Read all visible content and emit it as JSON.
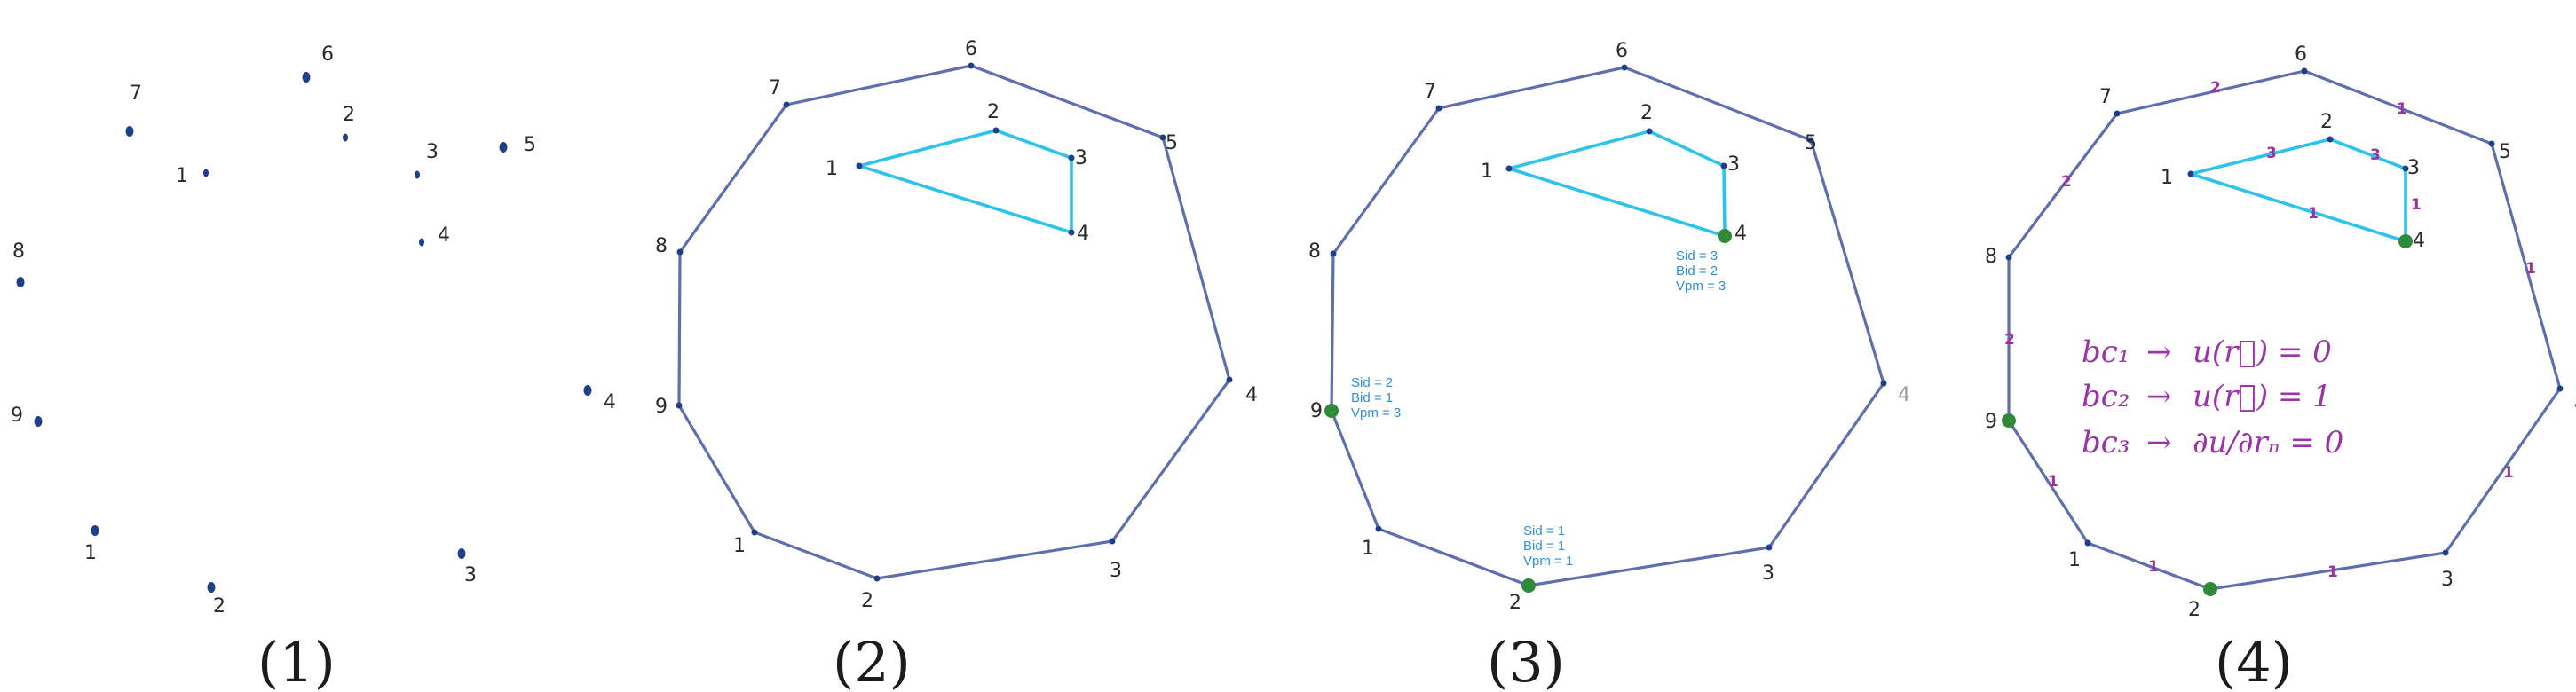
{
  "colors": {
    "point": "#1f3f8a",
    "outer_edge": "#5f6fae",
    "inner_edge": "#2fc3ea",
    "marked_node": "#2f8a3a",
    "note_text": "#2f8fdc",
    "annotation": "#9b34a8"
  },
  "panels": [
    {
      "id": "p1",
      "caption": "(1)"
    },
    {
      "id": "p2",
      "caption": "(2)"
    },
    {
      "id": "p3",
      "caption": "(3)"
    },
    {
      "id": "p4",
      "caption": "(4)"
    }
  ],
  "outer_labels": [
    "1",
    "2",
    "3",
    "4",
    "5",
    "6",
    "7",
    "8",
    "9"
  ],
  "inner_labels": [
    "1",
    "2",
    "3",
    "4"
  ],
  "notes": {
    "node9": [
      "Sid = 2",
      "Bid = 1",
      "Vpm = 3"
    ],
    "node2": [
      "Sid = 1",
      "Bid = 1",
      "Vpm = 1"
    ],
    "inner4": [
      "Sid = 3",
      "Bid = 2",
      "Vpm = 3"
    ]
  },
  "edge_ids": {
    "outer": [
      "1",
      "1",
      "1",
      "1",
      "1",
      "2",
      "2",
      "2",
      "1"
    ],
    "inner": [
      "3",
      "3",
      "1",
      "1"
    ]
  },
  "equations": [
    {
      "lhs": "bc₁",
      "rhs": "u(r⃗) = 0"
    },
    {
      "lhs": "bc₂",
      "rhs": "u(r⃗) = 1"
    },
    {
      "lhs": "bc₃",
      "rhs": "∂u/∂rₙ = 0"
    }
  ],
  "arrow_symbol": "→"
}
